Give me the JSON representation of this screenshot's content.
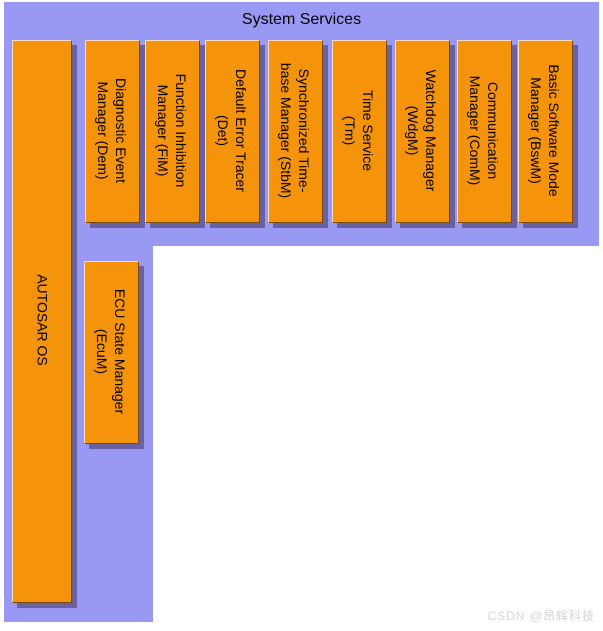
{
  "title": "System Services",
  "watermark": "CSDN @昂辉科技",
  "colors": {
    "panel_background": "#9999f3",
    "box_fill": "#f5940a",
    "box_border_light": "#f8dcc0",
    "box_border_dark": "#7a4a05",
    "text": "#000000",
    "watermark_text": "#d6d6d6"
  },
  "boxes": {
    "autosar_os": {
      "lines": [
        "AUTOSAR OS"
      ]
    },
    "dem": {
      "lines": [
        "Diagnostic Event",
        "Manager (Dem)"
      ]
    },
    "fim": {
      "lines": [
        "Function Inhibition",
        "Manager (FiM)"
      ]
    },
    "det": {
      "lines": [
        "Default Error Tracer",
        "(Det)"
      ]
    },
    "stbm": {
      "lines": [
        "Synchronized Time-",
        "base Manager (StbM)"
      ]
    },
    "tm": {
      "lines": [
        "Time Service",
        "(Tm)"
      ]
    },
    "wdgm": {
      "lines": [
        "Watchdog Manager",
        "(WdgM)"
      ]
    },
    "comm": {
      "lines": [
        "Communication",
        "Manager (ComM)"
      ]
    },
    "bswm": {
      "lines": [
        "Basic Software Mode",
        "Manager (BswM)"
      ]
    },
    "ecum": {
      "lines": [
        "ECU State Manager",
        "(EcuM)"
      ]
    }
  }
}
